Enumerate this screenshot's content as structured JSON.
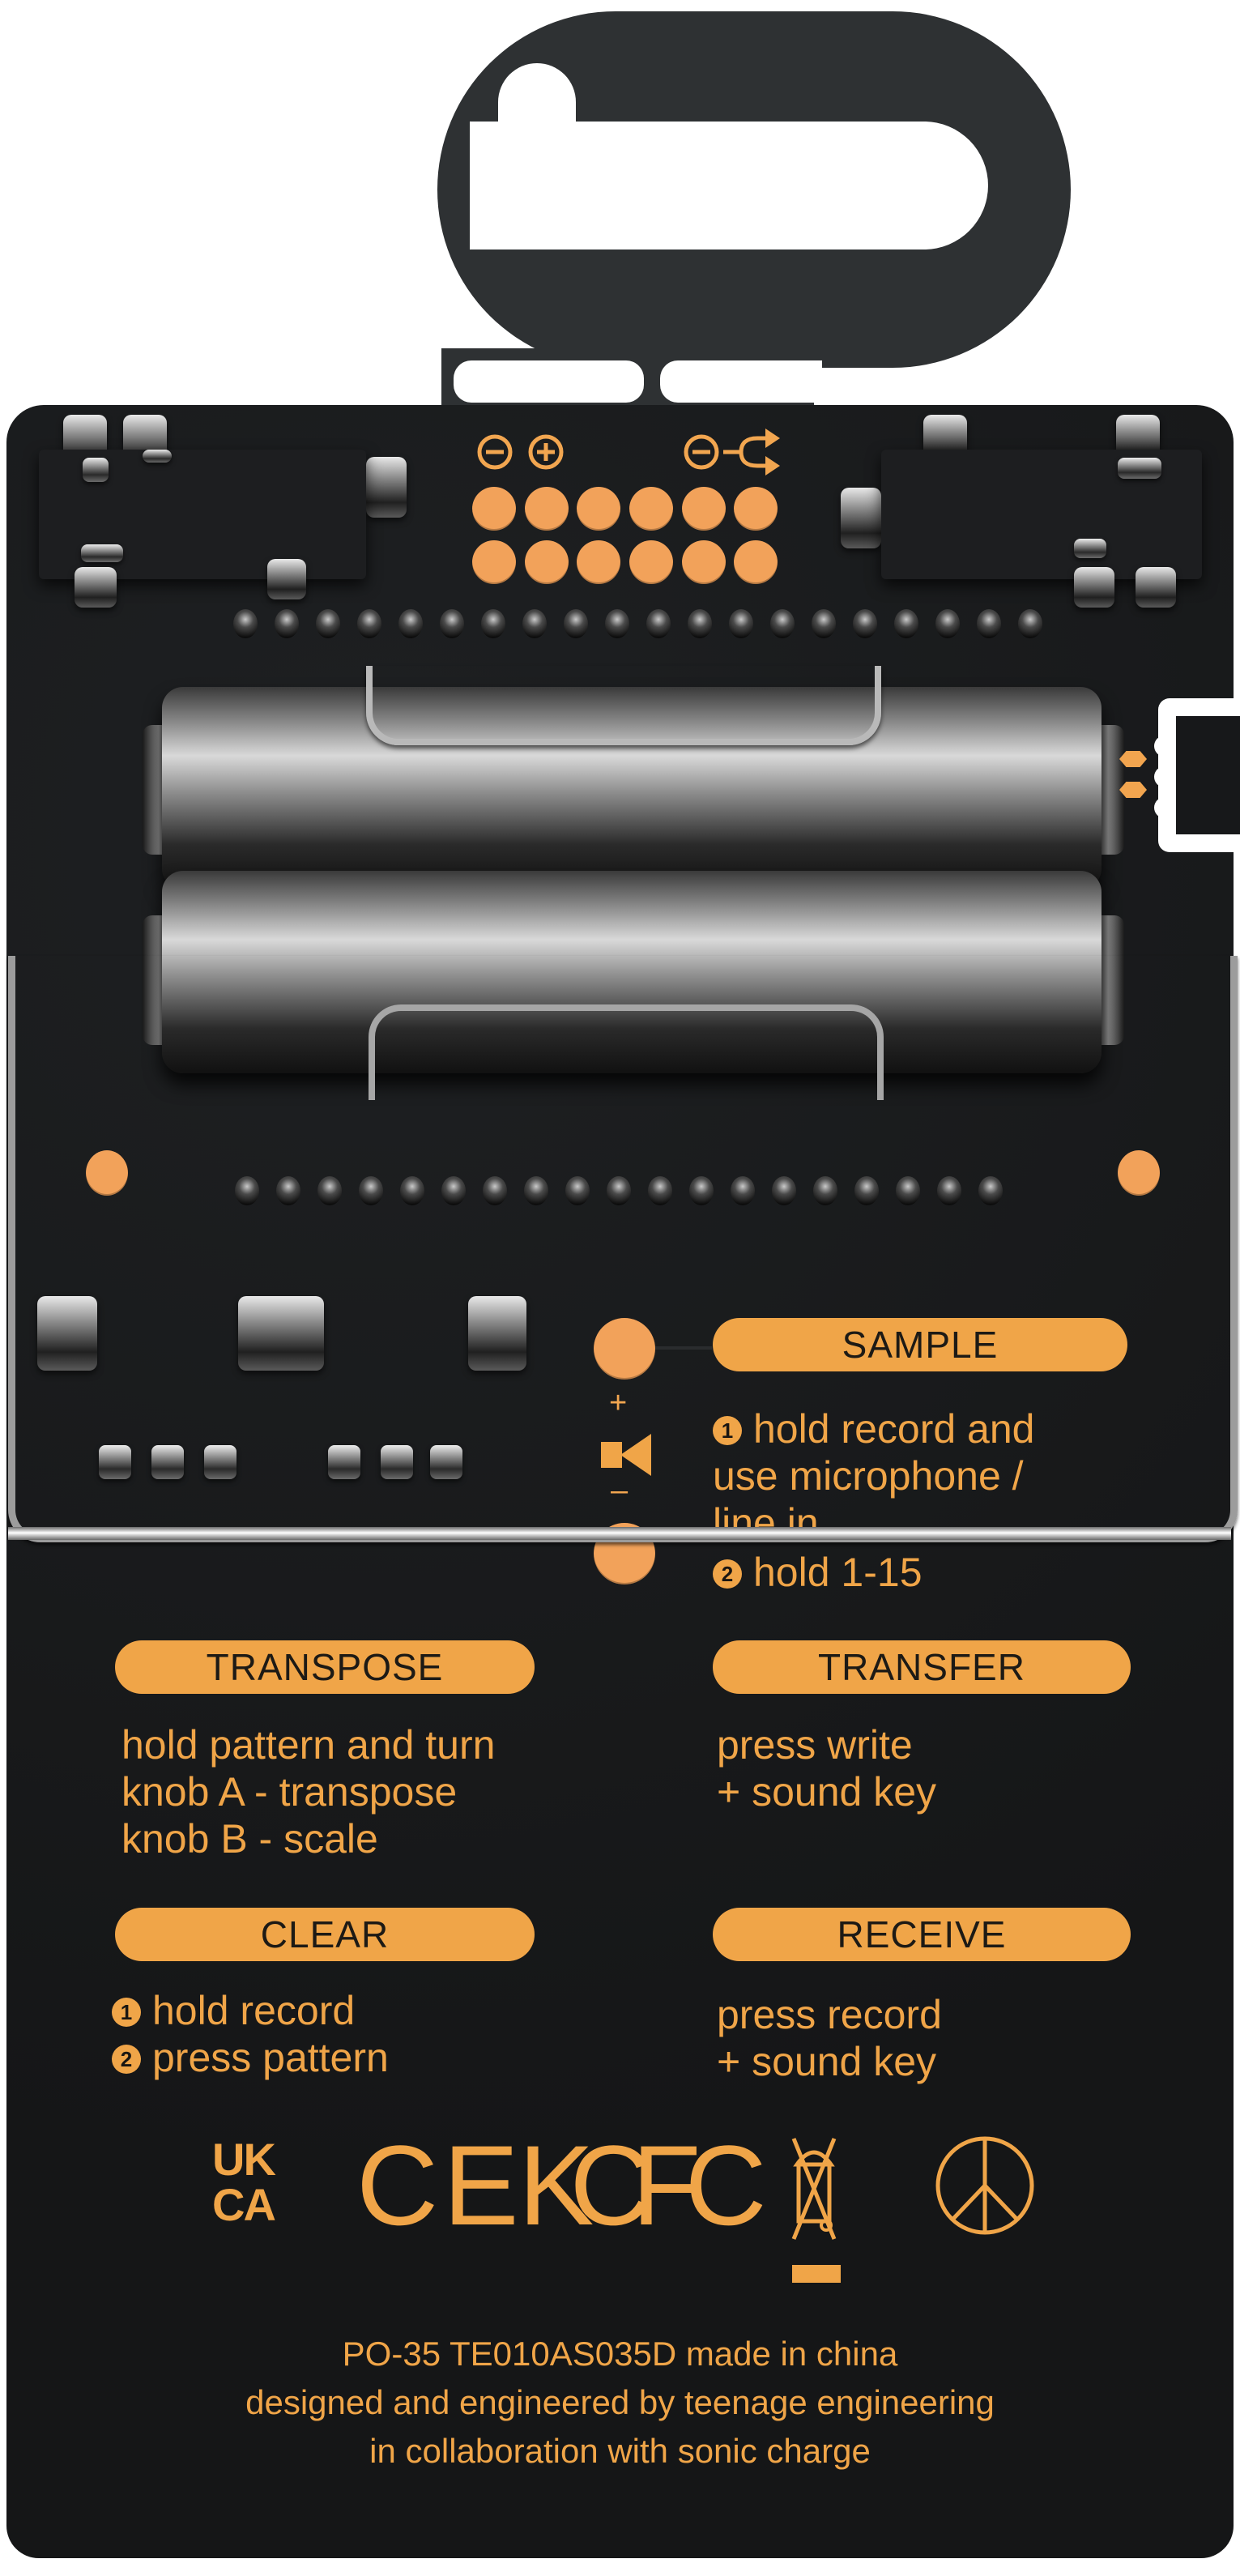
{
  "device": {
    "model": "PO-35",
    "model_code": "TE010AS035D",
    "view": "back of pocket operator board",
    "accent_color": "#f0a548",
    "board_color": "#17181a",
    "hanger_color": "#2e3133"
  },
  "top_icons": {
    "volume_down": "⊖",
    "volume_up": "⊕",
    "output_minus": "⊖",
    "output_split": "split-arrow-icon"
  },
  "pads": {
    "rows": 2,
    "cols": 6
  },
  "solder_rows": {
    "top_count": 20,
    "bottom_count": 19
  },
  "speaker_icon": {
    "plus": "+",
    "minus": "–"
  },
  "sections": {
    "sample": {
      "title": "SAMPLE",
      "step1_num": "1",
      "step1": "hold record and",
      "step1_line2": "use microphone /",
      "step1_line3": "line in",
      "step2_num": "2",
      "step2": "hold 1-15"
    },
    "transpose": {
      "title": "TRANSPOSE",
      "line1": "hold pattern and turn",
      "line2": "knob A - transpose",
      "line3": "knob B - scale"
    },
    "transfer": {
      "title": "TRANSFER",
      "line1": "press write",
      "line2": "+ sound key"
    },
    "clear": {
      "title": "CLEAR",
      "step1_num": "1",
      "step1": "hold record",
      "step2_num": "2",
      "step2": "press pattern"
    },
    "receive": {
      "title": "RECEIVE",
      "line1": "press record",
      "line2": "+ sound key"
    }
  },
  "certifications": [
    "UKCA",
    "CE",
    "KC",
    "FC",
    "WEEE",
    "peace"
  ],
  "certification_labels": {
    "ukca_top": "UK",
    "ukca_bottom": "CA",
    "ce": "CE",
    "kc": "KC",
    "fc": "FC"
  },
  "footer": {
    "line1": "PO-35 TE010AS035D made in china",
    "line2": "designed and engineered by teenage engineering",
    "line3": "in collaboration with sonic charge"
  }
}
